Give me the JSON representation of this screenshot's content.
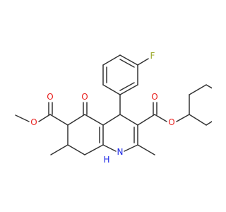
{
  "molecule": {
    "atoms": {
      "O_ester1_single": "O",
      "O_ester1_double": "O",
      "O_ketone": "O",
      "F": "F",
      "N": "N",
      "H": "H",
      "O_ester2_double": "O",
      "O_ester2_single": "O"
    },
    "colors": {
      "bond": "#333333",
      "O": "#e8211f",
      "N": "#1c27e6",
      "F": "#9ba92b",
      "background": "#ffffff"
    }
  }
}
